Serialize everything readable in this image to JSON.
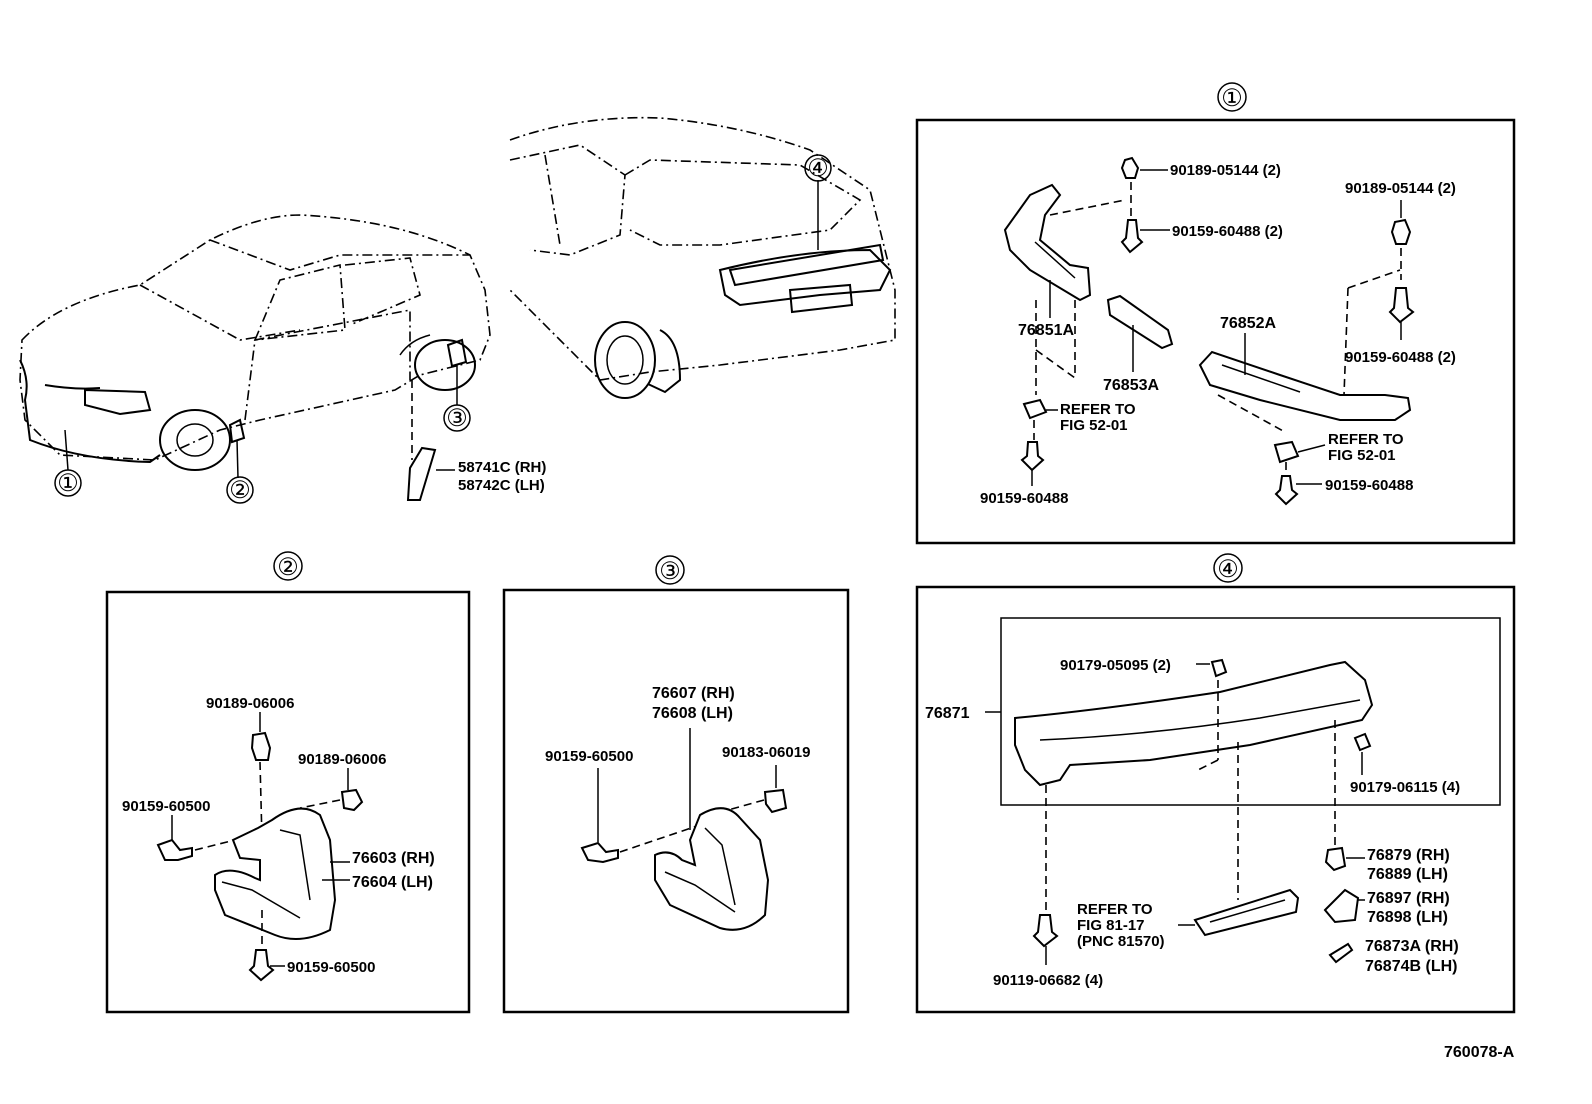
{
  "callouts": {
    "c1": "①",
    "c2": "②",
    "c3": "③",
    "c4": "④"
  },
  "overview": {
    "mudguard_front_rh": "58741C (RH)",
    "mudguard_front_lh": "58742C (LH)"
  },
  "panel1": {
    "title": "①",
    "p_90189_a": "90189-05144 (2)",
    "p_90159_a": "90159-60488 (2)",
    "p_90189_b": "90189-05144 (2)",
    "p_90159_b": "90159-60488 (2)",
    "p_76851A": "76851A",
    "p_76852A": "76852A",
    "p_76853A": "76853A",
    "refer1_line1": "REFER TO",
    "refer1_line2": "FIG 52-01",
    "refer2_line1": "REFER TO",
    "refer2_line2": "FIG 52-01",
    "p_90159_c": "90159-60488",
    "p_90159_d": "90159-60488"
  },
  "panel2": {
    "title": "②",
    "p_90189_a": "90189-06006",
    "p_90189_b": "90189-06006",
    "p_90159_a": "90159-60500",
    "p_76603": "76603 (RH)",
    "p_76604": "76604 (LH)",
    "p_90159_b": "90159-60500"
  },
  "panel3": {
    "title": "③",
    "p_76607": "76607 (RH)",
    "p_76608": "76608 (LH)",
    "p_90159": "90159-60500",
    "p_90183": "90183-06019"
  },
  "panel4": {
    "title": "④",
    "p_90179_a": "90179-05095 (2)",
    "p_76871": "76871",
    "p_90179_b": "90179-06115 (4)",
    "p_76879": "76879 (RH)",
    "p_76889": "76889 (LH)",
    "p_76897": "76897 (RH)",
    "p_76898": "76898 (LH)",
    "p_76873A": "76873A (RH)",
    "p_76874B": "76874B (LH)",
    "refer_line1": "REFER TO",
    "refer_line2": "FIG 81-17",
    "refer_line3": "(PNC 81570)",
    "p_90119": "90119-06682 (4)"
  },
  "figure_code": "760078-A"
}
